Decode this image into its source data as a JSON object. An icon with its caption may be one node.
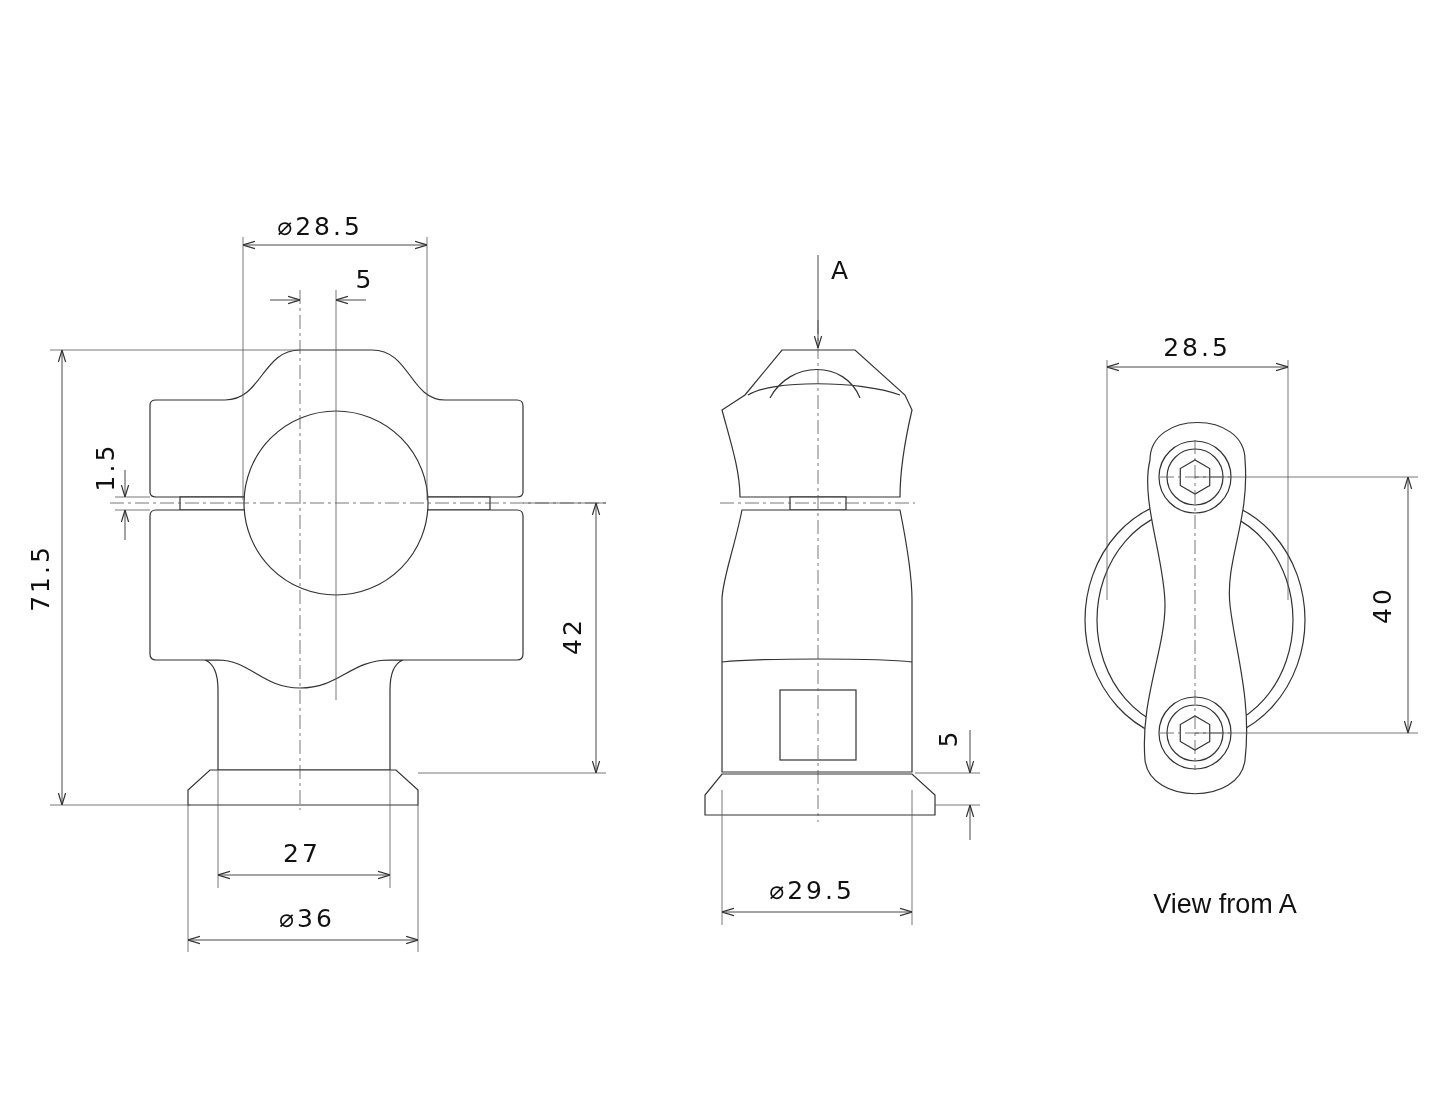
{
  "diagram": {
    "labels": [
      "⌀28.5",
      "5",
      "1.5",
      "71.5",
      "42",
      "27",
      "⌀36",
      "A",
      "⌀29.5",
      "5",
      "28.5",
      "40",
      "View from A"
    ]
  }
}
